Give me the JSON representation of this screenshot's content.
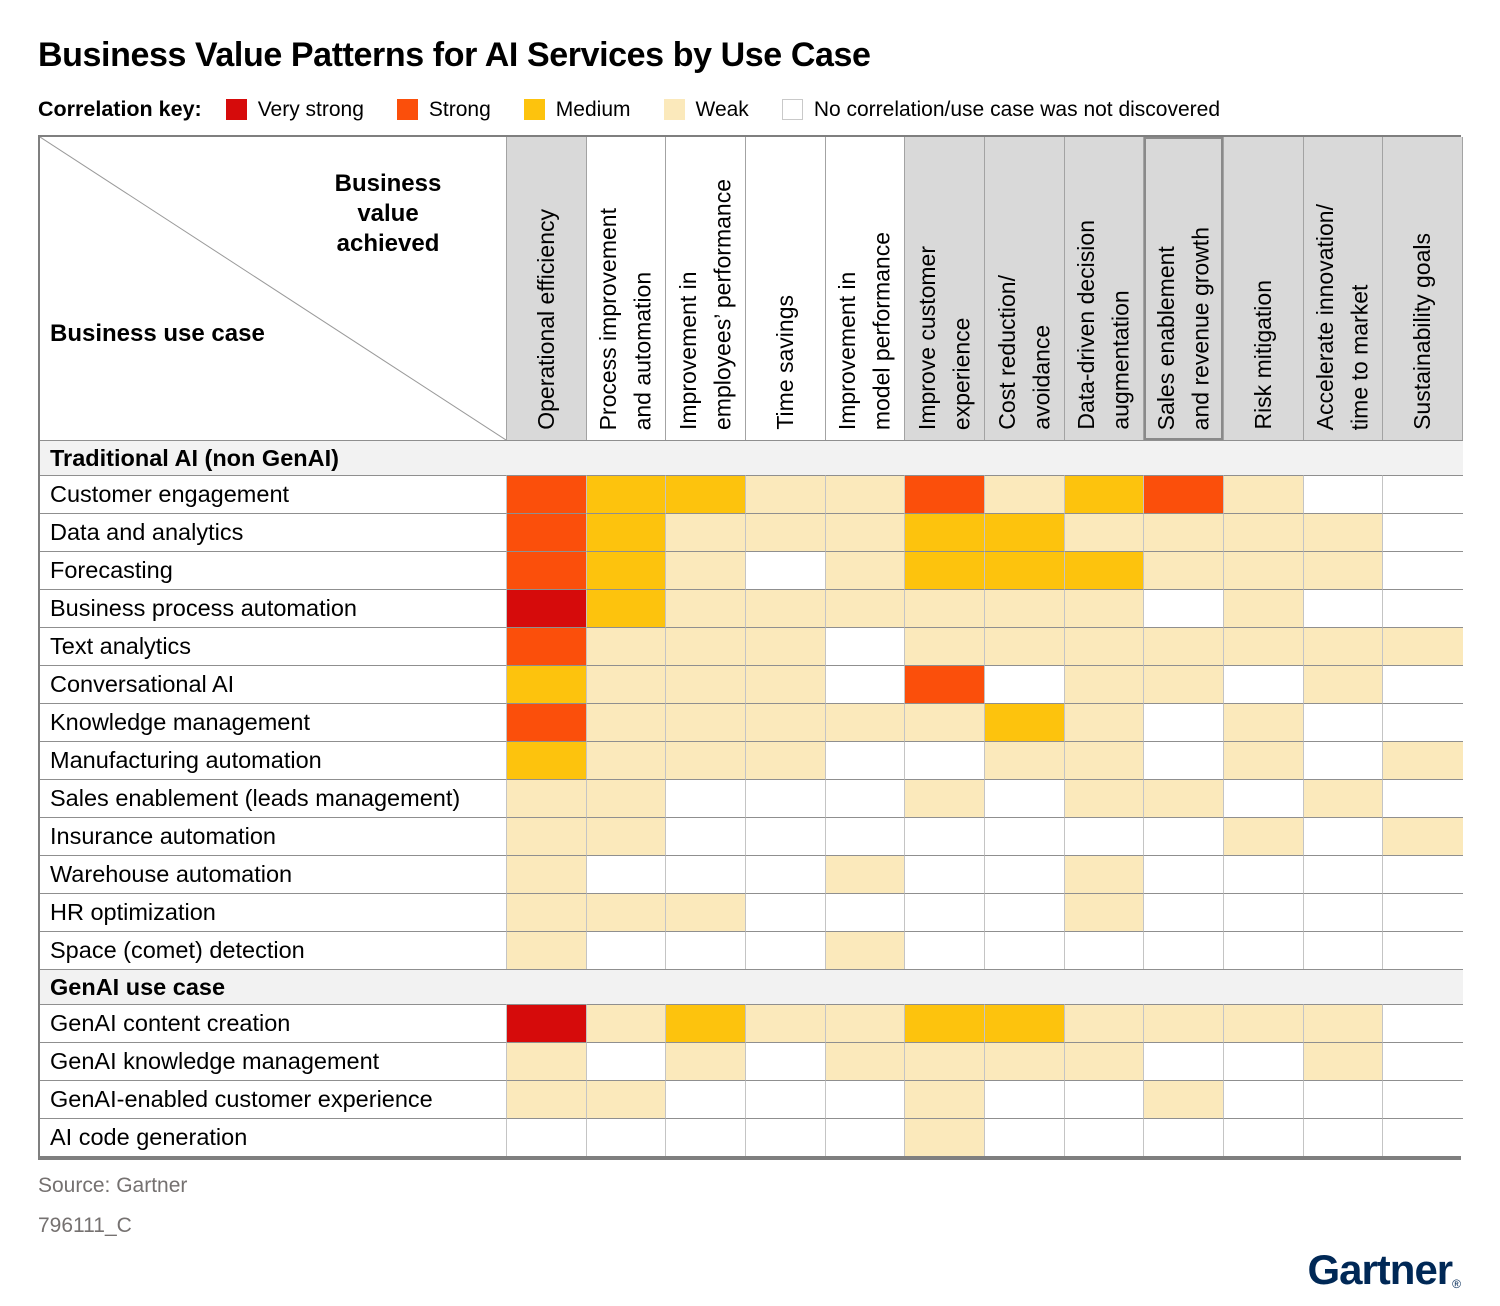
{
  "title": "Business Value Patterns for AI Services by Use Case",
  "legend": {
    "label": "Correlation key:",
    "items": [
      {
        "label": "Very strong",
        "code": "VS"
      },
      {
        "label": "Strong",
        "code": "S"
      },
      {
        "label": "Medium",
        "code": "M"
      },
      {
        "label": "Weak",
        "code": "W"
      },
      {
        "label": "No correlation/use case was not discovered",
        "code": "N"
      }
    ]
  },
  "corner": {
    "top_label": "Business value achieved",
    "bottom_label": "Business use case"
  },
  "chart_data": {
    "type": "heatmap",
    "value_scale": {
      "VS": "Very strong",
      "S": "Strong",
      "M": "Medium",
      "W": "Weak",
      "N": "No correlation/use case was not discovered"
    },
    "colors": {
      "VS": "#d60b0b",
      "S": "#fb4f0b",
      "M": "#fdc30d",
      "W": "#fbe9bb",
      "N": "#ffffff"
    },
    "header_shaded": [
      true,
      false,
      false,
      false,
      false,
      true,
      true,
      true,
      true,
      true,
      true,
      true
    ],
    "highlighted_column_index": 8,
    "columns": [
      "Operational efficiency",
      "Process improvement\nand automation",
      "Improvement in\nemployees’ performance",
      "Time savings",
      "Improvement in\nmodel performance",
      "Improve customer\nexperience",
      "Cost reduction/\navoidance",
      "Data-driven decision\naugmentation",
      "Sales enablement\nand revenue growth",
      "Risk mitigation",
      "Accelerate innovation/\ntime to market",
      "Sustainability goals"
    ],
    "sections": [
      {
        "label": "Traditional AI (non GenAI)",
        "rows": [
          {
            "label": "Customer engagement",
            "values": [
              "S",
              "M",
              "M",
              "W",
              "W",
              "S",
              "W",
              "M",
              "S",
              "W",
              "N",
              "N"
            ]
          },
          {
            "label": "Data and analytics",
            "values": [
              "S",
              "M",
              "W",
              "W",
              "W",
              "M",
              "M",
              "W",
              "W",
              "W",
              "W",
              "N"
            ]
          },
          {
            "label": "Forecasting",
            "values": [
              "S",
              "M",
              "W",
              "N",
              "W",
              "M",
              "M",
              "M",
              "W",
              "W",
              "W",
              "N"
            ]
          },
          {
            "label": "Business process automation",
            "values": [
              "VS",
              "M",
              "W",
              "W",
              "W",
              "W",
              "W",
              "W",
              "N",
              "W",
              "N",
              "N"
            ]
          },
          {
            "label": "Text analytics",
            "values": [
              "S",
              "W",
              "W",
              "W",
              "N",
              "W",
              "W",
              "W",
              "W",
              "W",
              "W",
              "W"
            ]
          },
          {
            "label": "Conversational AI",
            "values": [
              "M",
              "W",
              "W",
              "W",
              "N",
              "S",
              "N",
              "W",
              "W",
              "N",
              "W",
              "N"
            ]
          },
          {
            "label": "Knowledge management",
            "values": [
              "S",
              "W",
              "W",
              "W",
              "W",
              "W",
              "M",
              "W",
              "N",
              "W",
              "N",
              "N"
            ]
          },
          {
            "label": "Manufacturing automation",
            "values": [
              "M",
              "W",
              "W",
              "W",
              "N",
              "N",
              "W",
              "W",
              "N",
              "W",
              "N",
              "W"
            ]
          },
          {
            "label": "Sales enablement (leads management)",
            "values": [
              "W",
              "W",
              "N",
              "N",
              "N",
              "W",
              "N",
              "W",
              "W",
              "N",
              "W",
              "N"
            ]
          },
          {
            "label": "Insurance automation",
            "values": [
              "W",
              "W",
              "N",
              "N",
              "N",
              "N",
              "N",
              "N",
              "N",
              "W",
              "N",
              "W"
            ]
          },
          {
            "label": "Warehouse automation",
            "values": [
              "W",
              "N",
              "N",
              "N",
              "W",
              "N",
              "N",
              "W",
              "N",
              "N",
              "N",
              "N"
            ]
          },
          {
            "label": "HR optimization",
            "values": [
              "W",
              "W",
              "W",
              "N",
              "N",
              "N",
              "N",
              "W",
              "N",
              "N",
              "N",
              "N"
            ]
          },
          {
            "label": "Space (comet) detection",
            "values": [
              "W",
              "N",
              "N",
              "N",
              "W",
              "N",
              "N",
              "N",
              "N",
              "N",
              "N",
              "N"
            ]
          }
        ]
      },
      {
        "label": "GenAI use case",
        "rows": [
          {
            "label": "GenAI content creation",
            "values": [
              "VS",
              "W",
              "M",
              "W",
              "W",
              "M",
              "M",
              "W",
              "W",
              "W",
              "W",
              "N"
            ]
          },
          {
            "label": "GenAI knowledge management",
            "values": [
              "W",
              "N",
              "W",
              "N",
              "W",
              "W",
              "W",
              "W",
              "N",
              "N",
              "W",
              "N"
            ]
          },
          {
            "label": "GenAI-enabled customer experience",
            "values": [
              "W",
              "W",
              "N",
              "N",
              "N",
              "W",
              "N",
              "N",
              "W",
              "N",
              "N",
              "N"
            ]
          },
          {
            "label": "AI code generation",
            "values": [
              "N",
              "N",
              "N",
              "N",
              "N",
              "W",
              "N",
              "N",
              "N",
              "N",
              "N",
              "N"
            ]
          }
        ]
      }
    ]
  },
  "footer": {
    "source": "Source: Gartner",
    "code": "796111_C",
    "logo_text": "Gartner",
    "logo_mark": "®",
    "logo_color": "#002856"
  }
}
